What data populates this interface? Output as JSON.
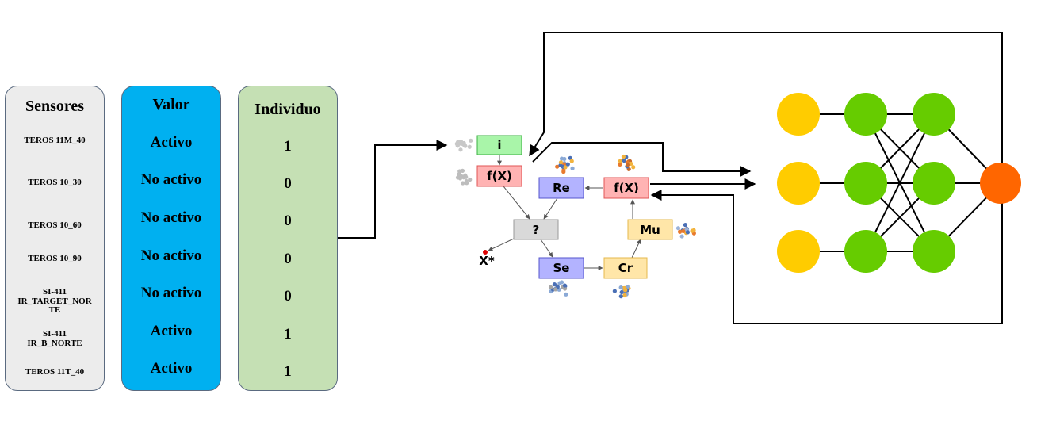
{
  "table": {
    "sensores": {
      "header": "Sensores",
      "rows": [
        "TEROS 11M_40",
        "TEROS 10_30",
        "TEROS 10_60",
        "TEROS 10_90",
        "SI-411 IR_TARGET_NORTE",
        "SI-411 IR_B_NORTE",
        "TEROS 11T_40"
      ]
    },
    "valor": {
      "header": "Valor",
      "rows": [
        "Activo",
        "No activo",
        "No activo",
        "No activo",
        "No activo",
        "Activo",
        "Activo"
      ]
    },
    "individuo": {
      "header": "Individuo",
      "rows": [
        "1",
        "0",
        "0",
        "0",
        "0",
        "1",
        "1"
      ]
    }
  },
  "sensor_lines": {
    "s4_line1": "SI-411",
    "s4_line2": "IR_TARGET_NOR",
    "s4_line3": "TE",
    "s5_line1": "SI-411",
    "s5_line2": "IR_B_NORTE"
  },
  "algorithm": {
    "init_label": "i",
    "eval_label": "f(X)",
    "check_label": "?",
    "replace_label": "Re",
    "eval2_label": "f(X)",
    "mutation_label": "Mu",
    "selection_label": "Se",
    "crossover_label": "Cr",
    "best_label": "X*"
  },
  "colors": {
    "sensores_bg": "#ececec",
    "valor_bg": "#00b0f0",
    "individuo_bg": "#c5e0b4",
    "input_node": "#ffcc00",
    "hidden_node": "#66cc00",
    "output_node": "#ff6600"
  }
}
